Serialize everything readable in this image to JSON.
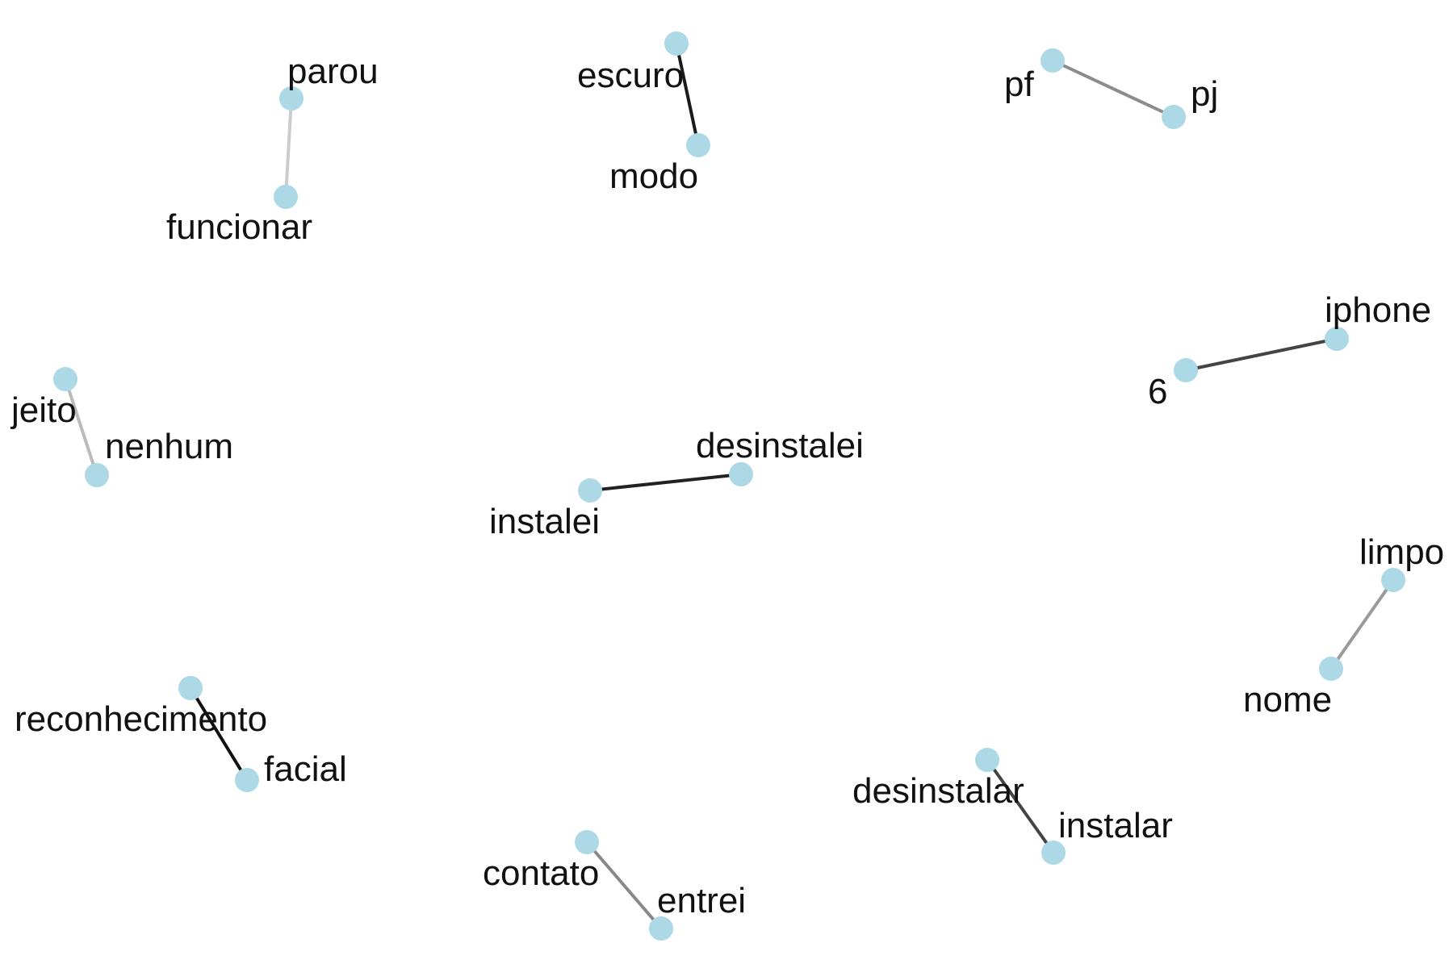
{
  "graph": {
    "node_color": "#add8e6",
    "label_color": "#111111",
    "nodes": [
      {
        "id": "parou",
        "label": "parou"
      },
      {
        "id": "funcionar",
        "label": "funcionar"
      },
      {
        "id": "escuro",
        "label": "escuro"
      },
      {
        "id": "modo",
        "label": "modo"
      },
      {
        "id": "pf",
        "label": "pf"
      },
      {
        "id": "pj",
        "label": "pj"
      },
      {
        "id": "iphone",
        "label": "iphone"
      },
      {
        "id": "6",
        "label": "6"
      },
      {
        "id": "jeito",
        "label": "jeito"
      },
      {
        "id": "nenhum",
        "label": "nenhum"
      },
      {
        "id": "desinstalei",
        "label": "desinstalei"
      },
      {
        "id": "instalei",
        "label": "instalei"
      },
      {
        "id": "limpo",
        "label": "limpo"
      },
      {
        "id": "nome",
        "label": "nome"
      },
      {
        "id": "reconhecimento",
        "label": "reconhecimento"
      },
      {
        "id": "facial",
        "label": "facial"
      },
      {
        "id": "desinstalar",
        "label": "desinstalar"
      },
      {
        "id": "instalar",
        "label": "instalar"
      },
      {
        "id": "contato",
        "label": "contato"
      },
      {
        "id": "entrei",
        "label": "entrei"
      }
    ],
    "edges": [
      {
        "source": "parou",
        "target": "funcionar",
        "color": "#cccccc"
      },
      {
        "source": "escuro",
        "target": "modo",
        "color": "#1a1a1a"
      },
      {
        "source": "pf",
        "target": "pj",
        "color": "#8c8c8c"
      },
      {
        "source": "iphone",
        "target": "6",
        "color": "#444444"
      },
      {
        "source": "jeito",
        "target": "nenhum",
        "color": "#bbbbbb"
      },
      {
        "source": "desinstalei",
        "target": "instalei",
        "color": "#222222"
      },
      {
        "source": "limpo",
        "target": "nome",
        "color": "#9a9a9a"
      },
      {
        "source": "reconhecimento",
        "target": "facial",
        "color": "#111111"
      },
      {
        "source": "desinstalar",
        "target": "instalar",
        "color": "#444444"
      },
      {
        "source": "contato",
        "target": "entrei",
        "color": "#888888"
      }
    ]
  }
}
